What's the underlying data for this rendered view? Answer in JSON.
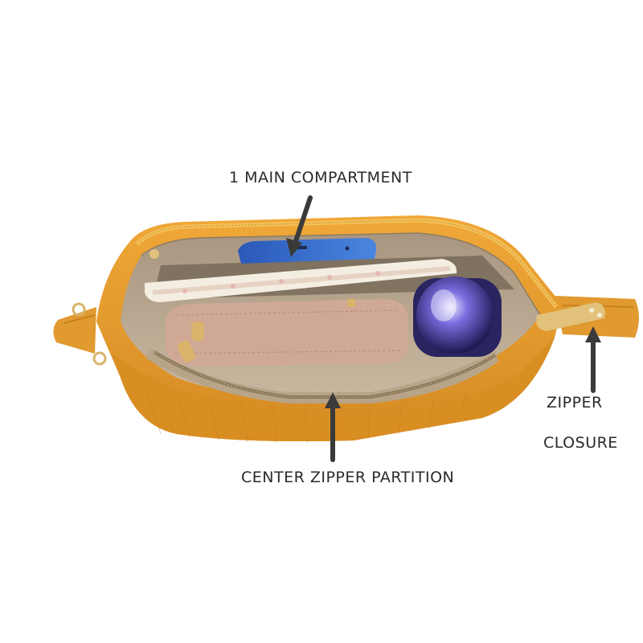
{
  "callouts": {
    "main_compartment": "1 MAIN COMPARTMENT",
    "center_zipper_partition": "CENTER ZIPPER PARTITION",
    "zipper_line1": "ZIPPER",
    "zipper_line2": "CLOSURE"
  },
  "colors": {
    "bag_body": "#e8a030",
    "bag_shadow": "#c98420",
    "lining": "#bfae98",
    "arrow": "#3a3a3a",
    "hardware": "#d9b46a"
  },
  "icons": {
    "arrow_main": "arrow-down-icon",
    "arrow_center": "arrow-up-icon",
    "arrow_zipper": "arrow-up-icon"
  }
}
